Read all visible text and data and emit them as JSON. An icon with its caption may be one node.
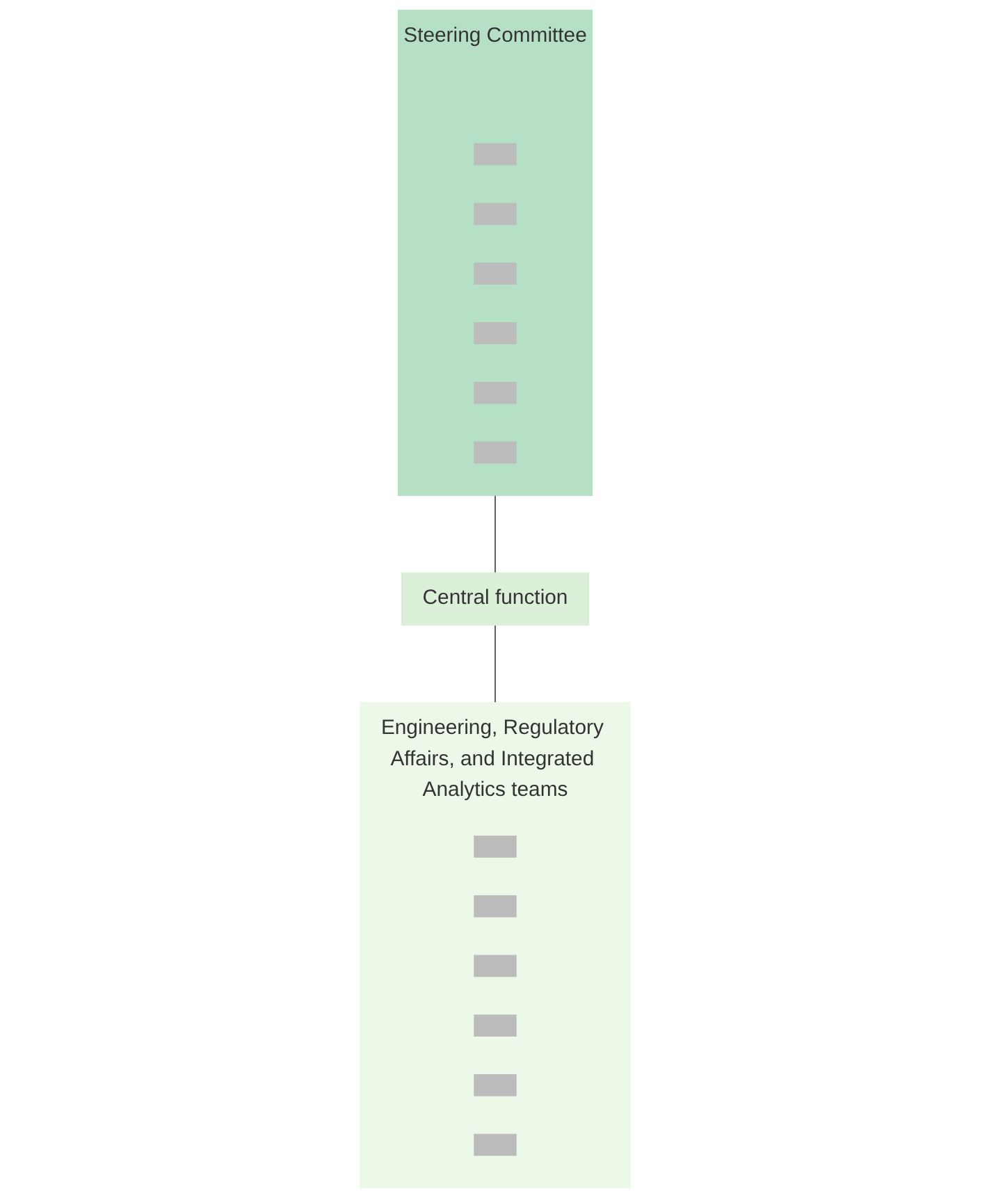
{
  "diagram": {
    "nodes": [
      {
        "text": [
          "Steering Committee"
        ]
      },
      {
        "text": [],
        "shape": "bar",
        "in": 0
      },
      {
        "text": [],
        "shape": "bar",
        "in": 0
      },
      {
        "text": [],
        "shape": "bar",
        "in": 0
      },
      {
        "text": [],
        "shape": "bar",
        "in": 0
      },
      {
        "text": [],
        "shape": "bar",
        "in": 0
      },
      {
        "text": [],
        "shape": "bar",
        "in": 0
      },
      {
        "text": [
          "Central function"
        ]
      },
      {
        "text": [
          "Engineering, Regulatory Affairs, and Integrated Analytics teams"
        ]
      },
      {
        "text": [],
        "shape": "bar",
        "in": 8
      },
      {
        "text": [],
        "shape": "bar",
        "in": 8
      },
      {
        "text": [],
        "shape": "bar",
        "in": 8
      },
      {
        "text": [],
        "shape": "bar",
        "in": 8
      },
      {
        "text": [],
        "shape": "bar",
        "in": 8
      },
      {
        "text": [],
        "shape": "bar",
        "in": 8
      }
    ],
    "edges": [
      {
        "from": 0,
        "to": 7,
        "arrow": "none"
      },
      {
        "from": 7,
        "to": 8,
        "arrow": "none"
      }
    ]
  }
}
